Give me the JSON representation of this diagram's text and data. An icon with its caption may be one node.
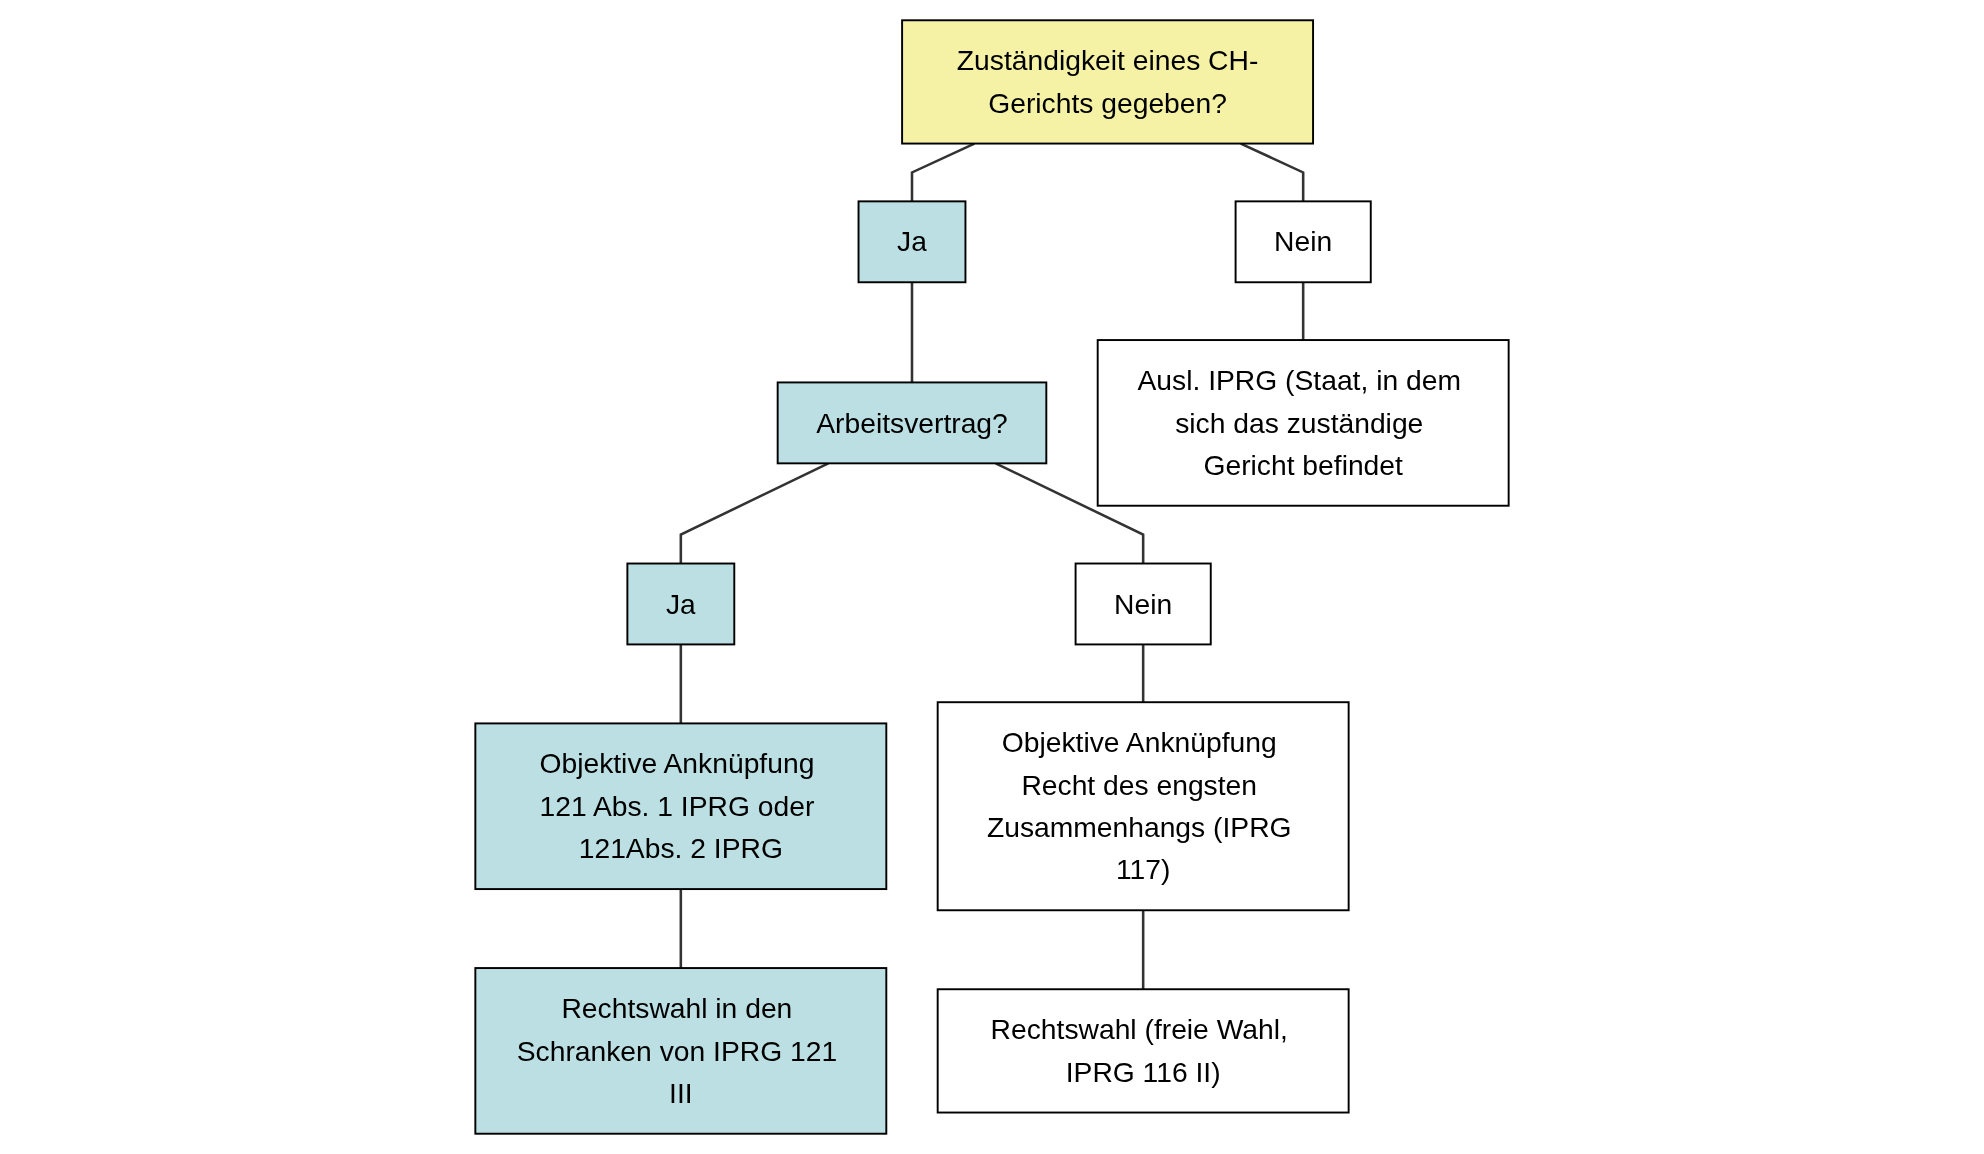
{
  "diagram": {
    "nodes": [
      {
        "text": [
          "Zuständigkeit eines CH-Gerichts gegeben?"
        ]
      },
      {
        "text": [
          "Ja"
        ]
      },
      {
        "text": [
          "Nein"
        ]
      },
      {
        "text": [
          "Arbeitsvertrag?"
        ]
      },
      {
        "text": [
          "Ausl. IPRG (Staat, in dem sich das zuständige Gericht befindet"
        ]
      },
      {
        "text": [
          "Ja"
        ]
      },
      {
        "text": [
          "Nein"
        ]
      },
      {
        "text": [
          "Objektive Anknüpfung 121 Abs. 1 IPRG oder 121Abs. 2 IPRG"
        ]
      },
      {
        "text": [
          "Objektive Anknüpfung Recht des engsten Zusammenhangs (IPRG 117)"
        ]
      },
      {
        "text": [
          "Rechtswahl in den Schranken von IPRG 121 III"
        ]
      },
      {
        "text": [
          "Rechtswahl (freie Wahl, IPRG 116 II)"
        ]
      }
    ],
    "edges": [
      {
        "from": 0,
        "to": 1,
        "arrow": "none"
      },
      {
        "from": 0,
        "to": 2,
        "arrow": "none"
      },
      {
        "from": 1,
        "to": 3,
        "arrow": "none"
      },
      {
        "from": 2,
        "to": 4,
        "arrow": "none"
      },
      {
        "from": 3,
        "to": 5,
        "arrow": "none"
      },
      {
        "from": 3,
        "to": 6,
        "arrow": "none"
      },
      {
        "from": 5,
        "to": 7,
        "arrow": "none"
      },
      {
        "from": 6,
        "to": 8,
        "arrow": "none"
      },
      {
        "from": 7,
        "to": 9,
        "arrow": "none"
      },
      {
        "from": 8,
        "to": 10,
        "arrow": "none"
      }
    ]
  }
}
